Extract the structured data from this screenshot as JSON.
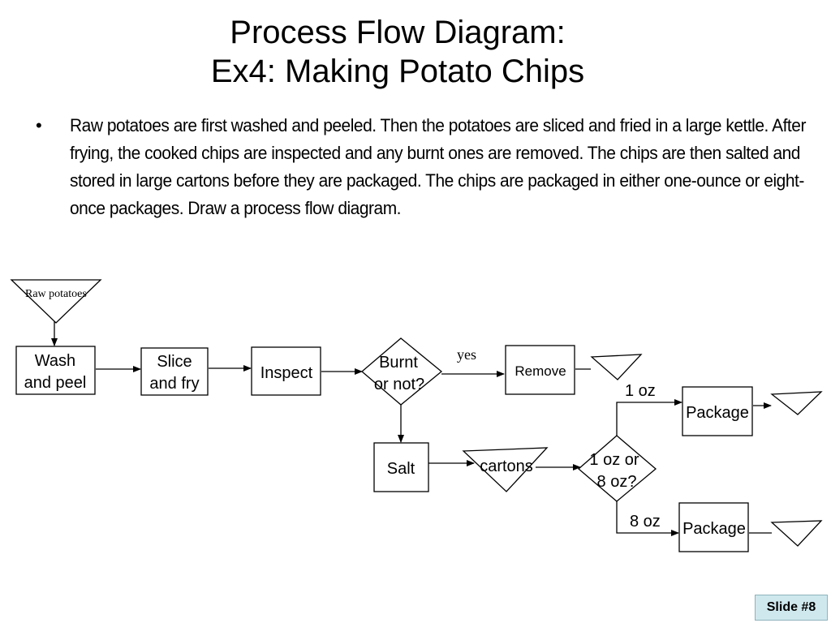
{
  "slide": {
    "title_line1": "Process Flow Diagram:",
    "title_line2": "Ex4: Making Potato Chips",
    "bullet_marker": "•",
    "bullet_text": "Raw potatoes are first washed and peeled. Then the potatoes are sliced and fried in a large kettle. After frying, the cooked chips are inspected and any burnt ones are removed. The chips are then salted and stored in large cartons before they are packaged. The chips are packaged in either one-ounce or eight-once packages. Draw a process flow diagram.",
    "slide_number": "Slide #8"
  },
  "diagram": {
    "raw_potatoes": "Raw potatoes",
    "wash_line1": "Wash",
    "wash_line2": "and peel",
    "slice_line1": "Slice",
    "slice_line2": "and fry",
    "inspect": "Inspect",
    "burnt_line1": "Burnt",
    "burnt_line2": "or not?",
    "yes": "yes",
    "remove": "Remove",
    "salt": "Salt",
    "cartons": "cartons",
    "oz_line1": "1 oz or",
    "oz_line2": "8 oz?",
    "one_oz": "1 oz",
    "eight_oz": "8 oz",
    "package_top": "Package",
    "package_bottom": "Package"
  }
}
